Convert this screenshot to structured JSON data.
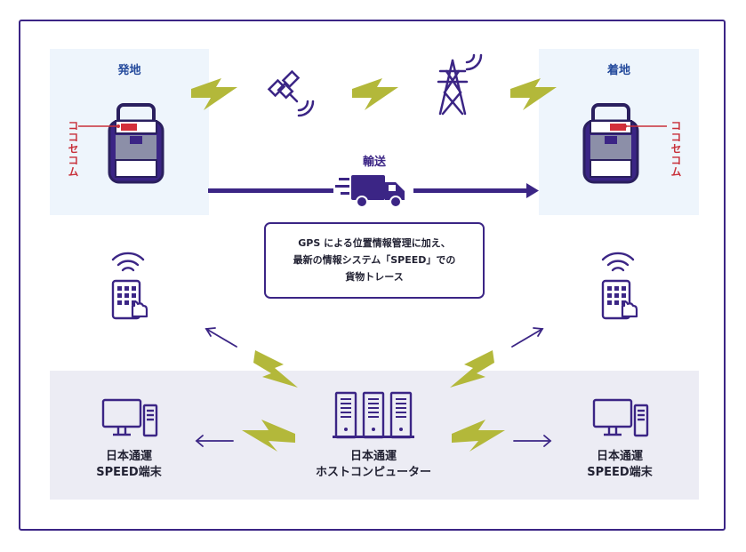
{
  "origin": {
    "title": "発地",
    "tag": "ココセコム"
  },
  "destination": {
    "title": "着地",
    "tag": "ココセコム"
  },
  "transport": {
    "label": "輸送"
  },
  "info_box": {
    "lines": [
      "GPS による位置情報管理に加え、",
      "最新の情報システム「SPEED」での",
      "貨物トレース"
    ]
  },
  "terminal_left": {
    "line1": "日本通運",
    "line2": "SPEED端末"
  },
  "host": {
    "line1": "日本通運",
    "line2": "ホストコンピューター"
  },
  "terminal_right": {
    "line1": "日本通運",
    "line2": "SPEED端末"
  },
  "colors": {
    "frame": "#3b2585",
    "lightning": "#b3b83a",
    "tag_red": "#c8303a",
    "origin_bg": "#eef5fc",
    "host_bg": "#ececf4",
    "origin_title": "#244a9c"
  },
  "icons": [
    "lightning-icon",
    "satellite-icon",
    "transmission-tower-icon",
    "security-bag-icon",
    "delivery-truck-icon",
    "handheld-terminal-icon",
    "desktop-computer-icon",
    "server-icon",
    "arrow-icon"
  ]
}
